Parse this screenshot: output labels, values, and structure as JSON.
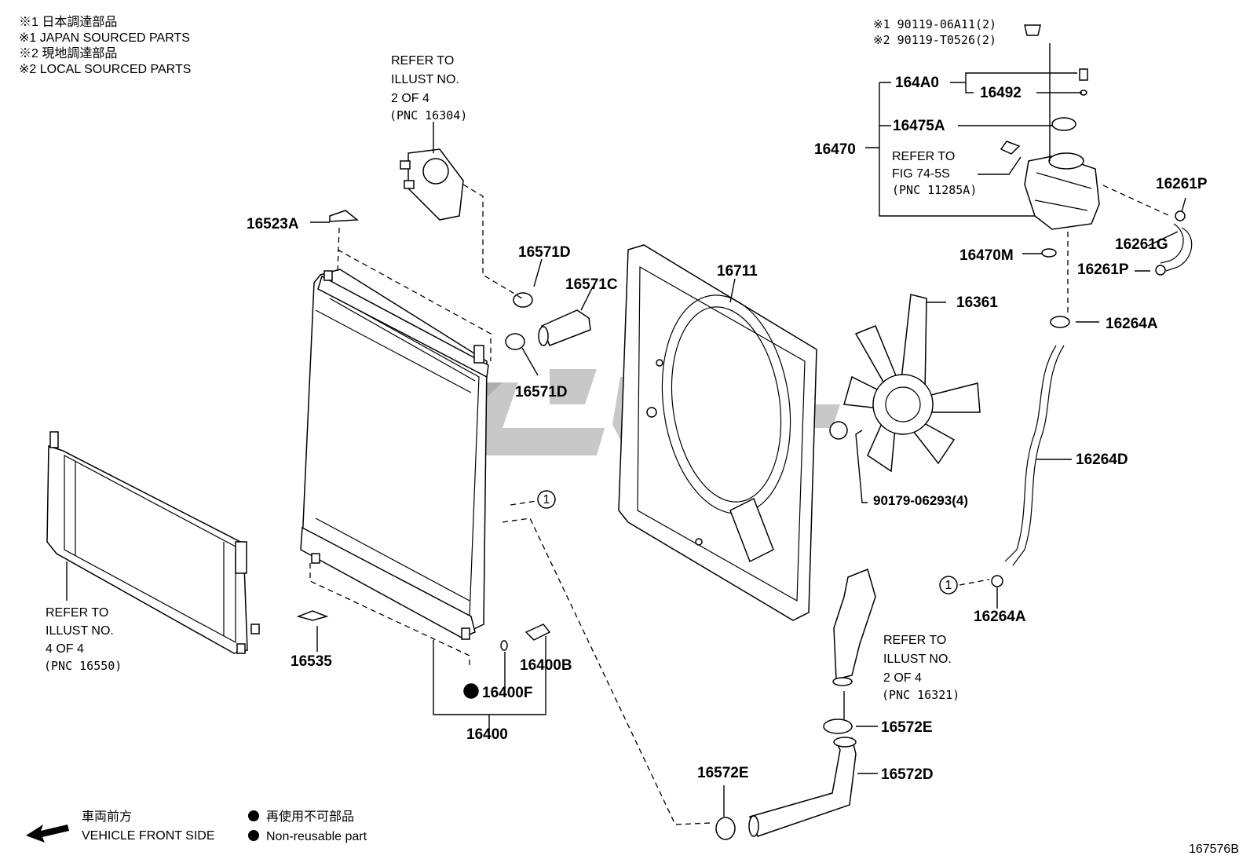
{
  "header_notes": [
    "※1 日本調達部品",
    "※1 JAPAN SOURCED PARTS",
    "※2 現地調達部品",
    "※2 LOCAL SOURCED PARTS"
  ],
  "bolt_notes": [
    "※1 90119-06A11(2)",
    "※2 90119-T0526(2)"
  ],
  "refs": {
    "water_outlet": [
      "REFER TO",
      "ILLUST NO.",
      "2 OF 4",
      "(PNC 16304)"
    ],
    "reservoir": [
      "REFER TO",
      "FIG 74-5S",
      "(PNC 11285A)"
    ],
    "condenser": [
      "REFER TO",
      "ILLUST NO.",
      "4 OF 4",
      "(PNC 16550)"
    ],
    "water_inlet": [
      "REFER TO",
      "ILLUST NO.",
      "2 OF 4",
      "(PNC 16321)"
    ]
  },
  "parts": {
    "p16523A": "16523A",
    "p16571D_top": "16571D",
    "p16571C": "16571C",
    "p16571D_bot": "16571D",
    "p16711": "16711",
    "p16361": "16361",
    "p16470": "16470",
    "p164A0": "164A0",
    "p16492": "16492",
    "p16475A": "16475A",
    "p16261P_top": "16261P",
    "p16261G": "16261G",
    "p16261P_bot": "16261P",
    "p16470M": "16470M",
    "p16264A_top": "16264A",
    "p16264D": "16264D",
    "p16264A_bot": "16264A",
    "p90179": "90179-06293(4)",
    "p16535": "16535",
    "p16400F": "16400F",
    "p16400B": "16400B",
    "p16400": "16400",
    "p16572E_right": "16572E",
    "p16572D": "16572D",
    "p16572E_bot": "16572E"
  },
  "circle_refs": [
    "1",
    "1"
  ],
  "legend": {
    "front_jp": "車両前方",
    "front_en": "VEHICLE FRONT SIDE",
    "nonreuse_jp": "再使用不可部品",
    "nonreuse_en": "Non-reusable part"
  },
  "figure_id": "167576B"
}
